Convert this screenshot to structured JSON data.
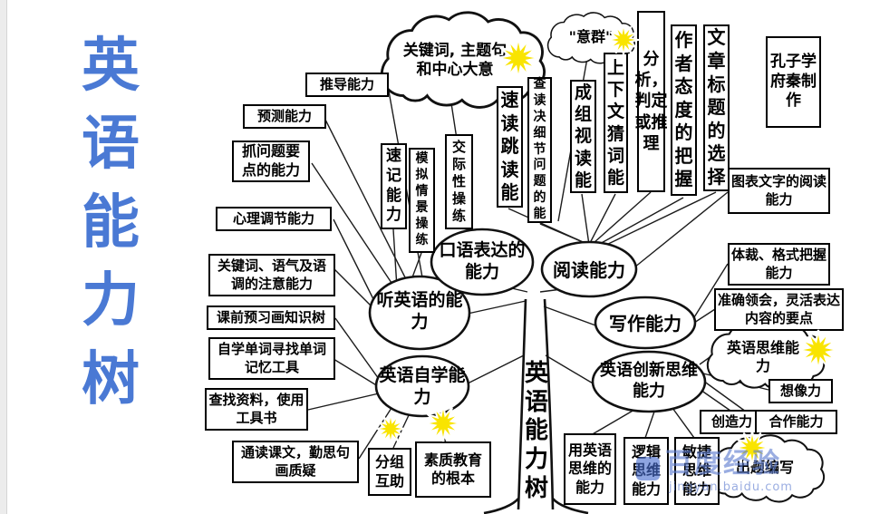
{
  "title": {
    "text": "英语能力树",
    "color": "#4a79d4"
  },
  "trunk": {
    "text": "英语能力树"
  },
  "colors": {
    "title_blue": "#4a79d4",
    "star_yellow": "#f9e400",
    "line_black": "#1c1c1c"
  },
  "ovals": [
    {
      "id": "listening",
      "text": "听英语的能力"
    },
    {
      "id": "speaking",
      "text": "口语表达的能力"
    },
    {
      "id": "reading",
      "text": "阅读能力"
    },
    {
      "id": "writing",
      "text": "写作能力"
    },
    {
      "id": "selfstudy",
      "text": "英语自学能力"
    },
    {
      "id": "creative",
      "text": "英语创新思维能力"
    }
  ],
  "clouds": [
    {
      "id": "keywords",
      "text": "关键词, 主题句和中心大意"
    },
    {
      "id": "sense-group",
      "text": "\"意群\""
    },
    {
      "id": "english-thinking",
      "text": "英语思维能力"
    },
    {
      "id": "question-writing",
      "text": "出题编写"
    }
  ],
  "boxes": [
    {
      "text": "推导能力"
    },
    {
      "text": "预测能力"
    },
    {
      "text": "抓问题要点的能力"
    },
    {
      "text": "心理调节能力"
    },
    {
      "text": "关键词、语气及语调的注意能力"
    },
    {
      "text": "课前预习画知识树"
    },
    {
      "text": "自学单词寻找单词记忆工具"
    },
    {
      "text": "查找资料，使用工具书"
    },
    {
      "text": "通读课文，勤思句画质疑"
    },
    {
      "text": "速记能力"
    },
    {
      "text": "模拟情景操练"
    },
    {
      "text": "交际性操练"
    },
    {
      "text": "速读跳读能"
    },
    {
      "text": "查读决细节问题的能"
    },
    {
      "text": "成组视读能"
    },
    {
      "text": "上下文猜词能"
    },
    {
      "text": "分析，判定或推理"
    },
    {
      "text": "作者态度的把握"
    },
    {
      "text": "文章标题的选择"
    },
    {
      "text": "孔子学府秦制作"
    },
    {
      "text": "图表文字的阅读能力"
    },
    {
      "text": "体裁、格式把握能力"
    },
    {
      "text": "准确领会，灵活表达内容的要点"
    },
    {
      "text": "想像力"
    },
    {
      "text": "创造力"
    },
    {
      "text": "合作能力"
    },
    {
      "text": "分组互助"
    },
    {
      "text": "素质教育的根本"
    },
    {
      "text": "用英语思维的能力"
    },
    {
      "text": "逻辑思维能力"
    },
    {
      "text": "敏捷思维能力"
    }
  ],
  "watermark": {
    "brand": "百度经验",
    "url": "jingyan.baidu.com"
  }
}
